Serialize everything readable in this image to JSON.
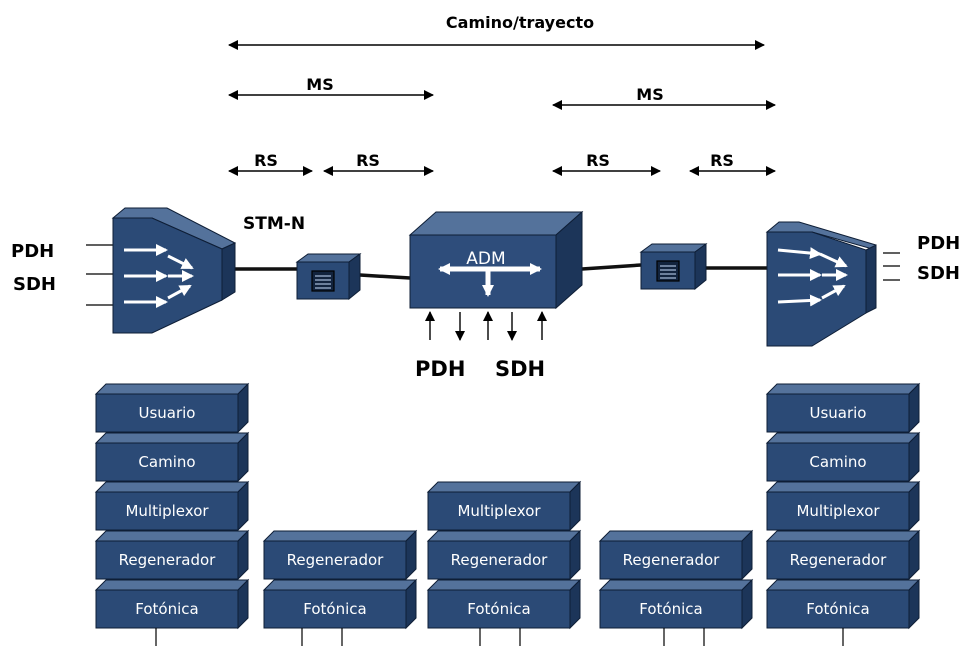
{
  "top_path_label": "Camino/trayecto",
  "ms_labels": [
    "MS",
    "MS"
  ],
  "rs_labels": [
    "RS",
    "RS",
    "RS",
    "RS"
  ],
  "stm_label": "STM-N",
  "adm_label": "ADM",
  "left_terminal_labels": [
    "PDH",
    "SDH"
  ],
  "right_terminal_labels": [
    "PDH",
    "SDH"
  ],
  "adm_bottom_labels": [
    "PDH",
    "SDH"
  ],
  "layer_stacks": [
    {
      "layers": [
        "Usuario",
        "Camino",
        "Multiplexor",
        "Regenerador",
        "Fotónica"
      ]
    },
    {
      "layers": [
        "Regenerador",
        "Fotónica"
      ]
    },
    {
      "layers": [
        "Multiplexor",
        "Regenerador",
        "Fotónica"
      ]
    },
    {
      "layers": [
        "Regenerador",
        "Fotónica"
      ]
    },
    {
      "layers": [
        "Usuario",
        "Camino",
        "Multiplexor",
        "Regenerador",
        "Fotónica"
      ]
    }
  ],
  "colors": {
    "block_front": "#2b4a76",
    "block_top": "#54729b",
    "block_side": "#1c3559",
    "block_edge": "#0e1e36",
    "adm_front": "#2e4d7b"
  }
}
